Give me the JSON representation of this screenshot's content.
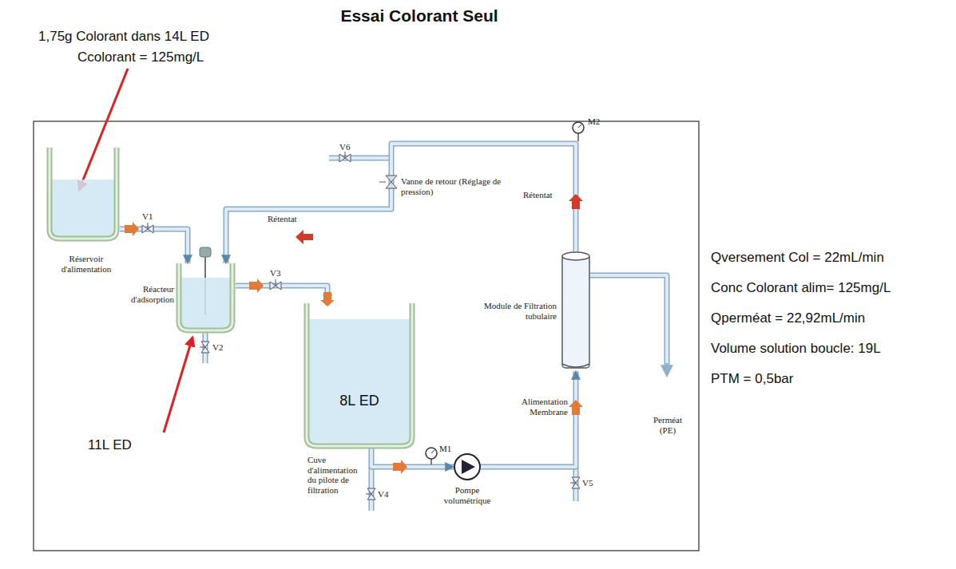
{
  "diagram": {
    "title": "Essai Colorant Seul",
    "nodes": [
      {
        "text": [
          "Réservoir d'alimentation"
        ]
      },
      {
        "text": [
          "Réacteur d'adsorption"
        ]
      },
      {
        "text": [
          "8L ED",
          "Cuve d'alimentation du pilote de filtration"
        ]
      },
      {
        "text": [
          "Pompe volumétrique"
        ]
      },
      {
        "text": [
          "Module de Filtration tubulaire"
        ]
      }
    ],
    "edges": [
      {
        "from": 0,
        "to": 1,
        "arrow": "to"
      },
      {
        "from": 1,
        "to": 2,
        "arrow": "to"
      },
      {
        "from": 2,
        "to": 3,
        "arrow": "to"
      },
      {
        "from": 3,
        "to": 4,
        "label": "Alimentation Membrane",
        "arrow": "to"
      },
      {
        "from": 4,
        "to": 1,
        "label": "Rétentat",
        "arrow": "to"
      }
    ],
    "labels": [
      "1,75g Colorant dans 14L ED",
      "Ccolorant = 125mg/L",
      "V1",
      "V2",
      "V3",
      "V4",
      "V5",
      "V6",
      "M1",
      "M2",
      "Vanne de retour (Réglage de pression)",
      "Rétentat",
      "Perméat (PE)",
      "11L ED",
      "Qversement Col = 22mL/min",
      "Conc Colorant alim= 125mg/L",
      "Qperméat = 22,92mL/min",
      "Volume solution boucle: 19L",
      "PTM = 0,5bar"
    ]
  }
}
